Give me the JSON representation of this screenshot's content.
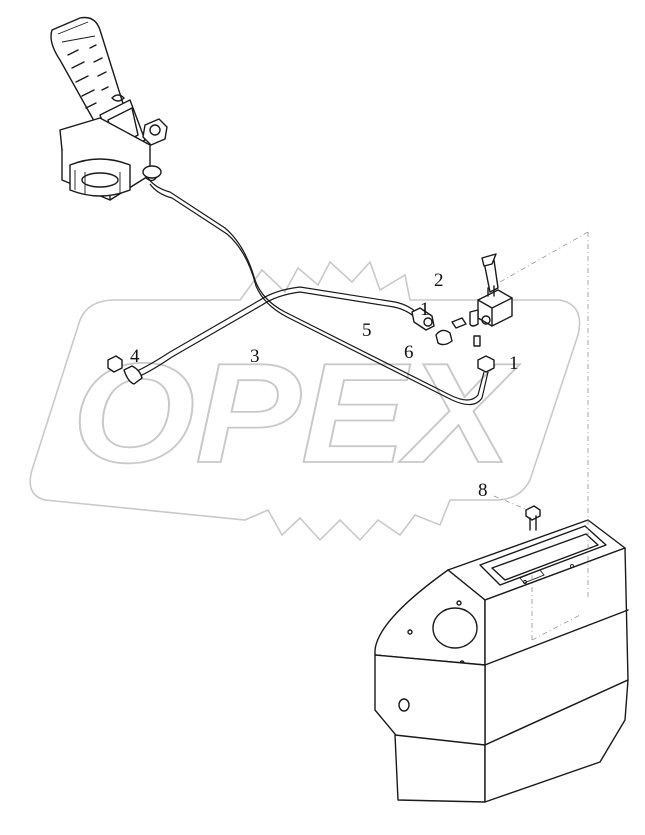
{
  "watermark": {
    "text": "OPEX"
  },
  "callouts": [
    {
      "id": "c1a",
      "label": "1"
    },
    {
      "id": "c2",
      "label": "2"
    },
    {
      "id": "c1b",
      "label": "1"
    },
    {
      "id": "c3",
      "label": "3"
    },
    {
      "id": "c4",
      "label": "4"
    },
    {
      "id": "c5",
      "label": "5"
    },
    {
      "id": "c6",
      "label": "6"
    },
    {
      "id": "c8",
      "label": "8"
    }
  ],
  "components": [
    {
      "name": "brake-pedal-valve-icon"
    },
    {
      "name": "brake-tube-icon"
    },
    {
      "name": "hand-brake-valve-icon"
    },
    {
      "name": "fitting-icon"
    },
    {
      "name": "bolt-icon"
    },
    {
      "name": "console-housing-icon"
    }
  ]
}
